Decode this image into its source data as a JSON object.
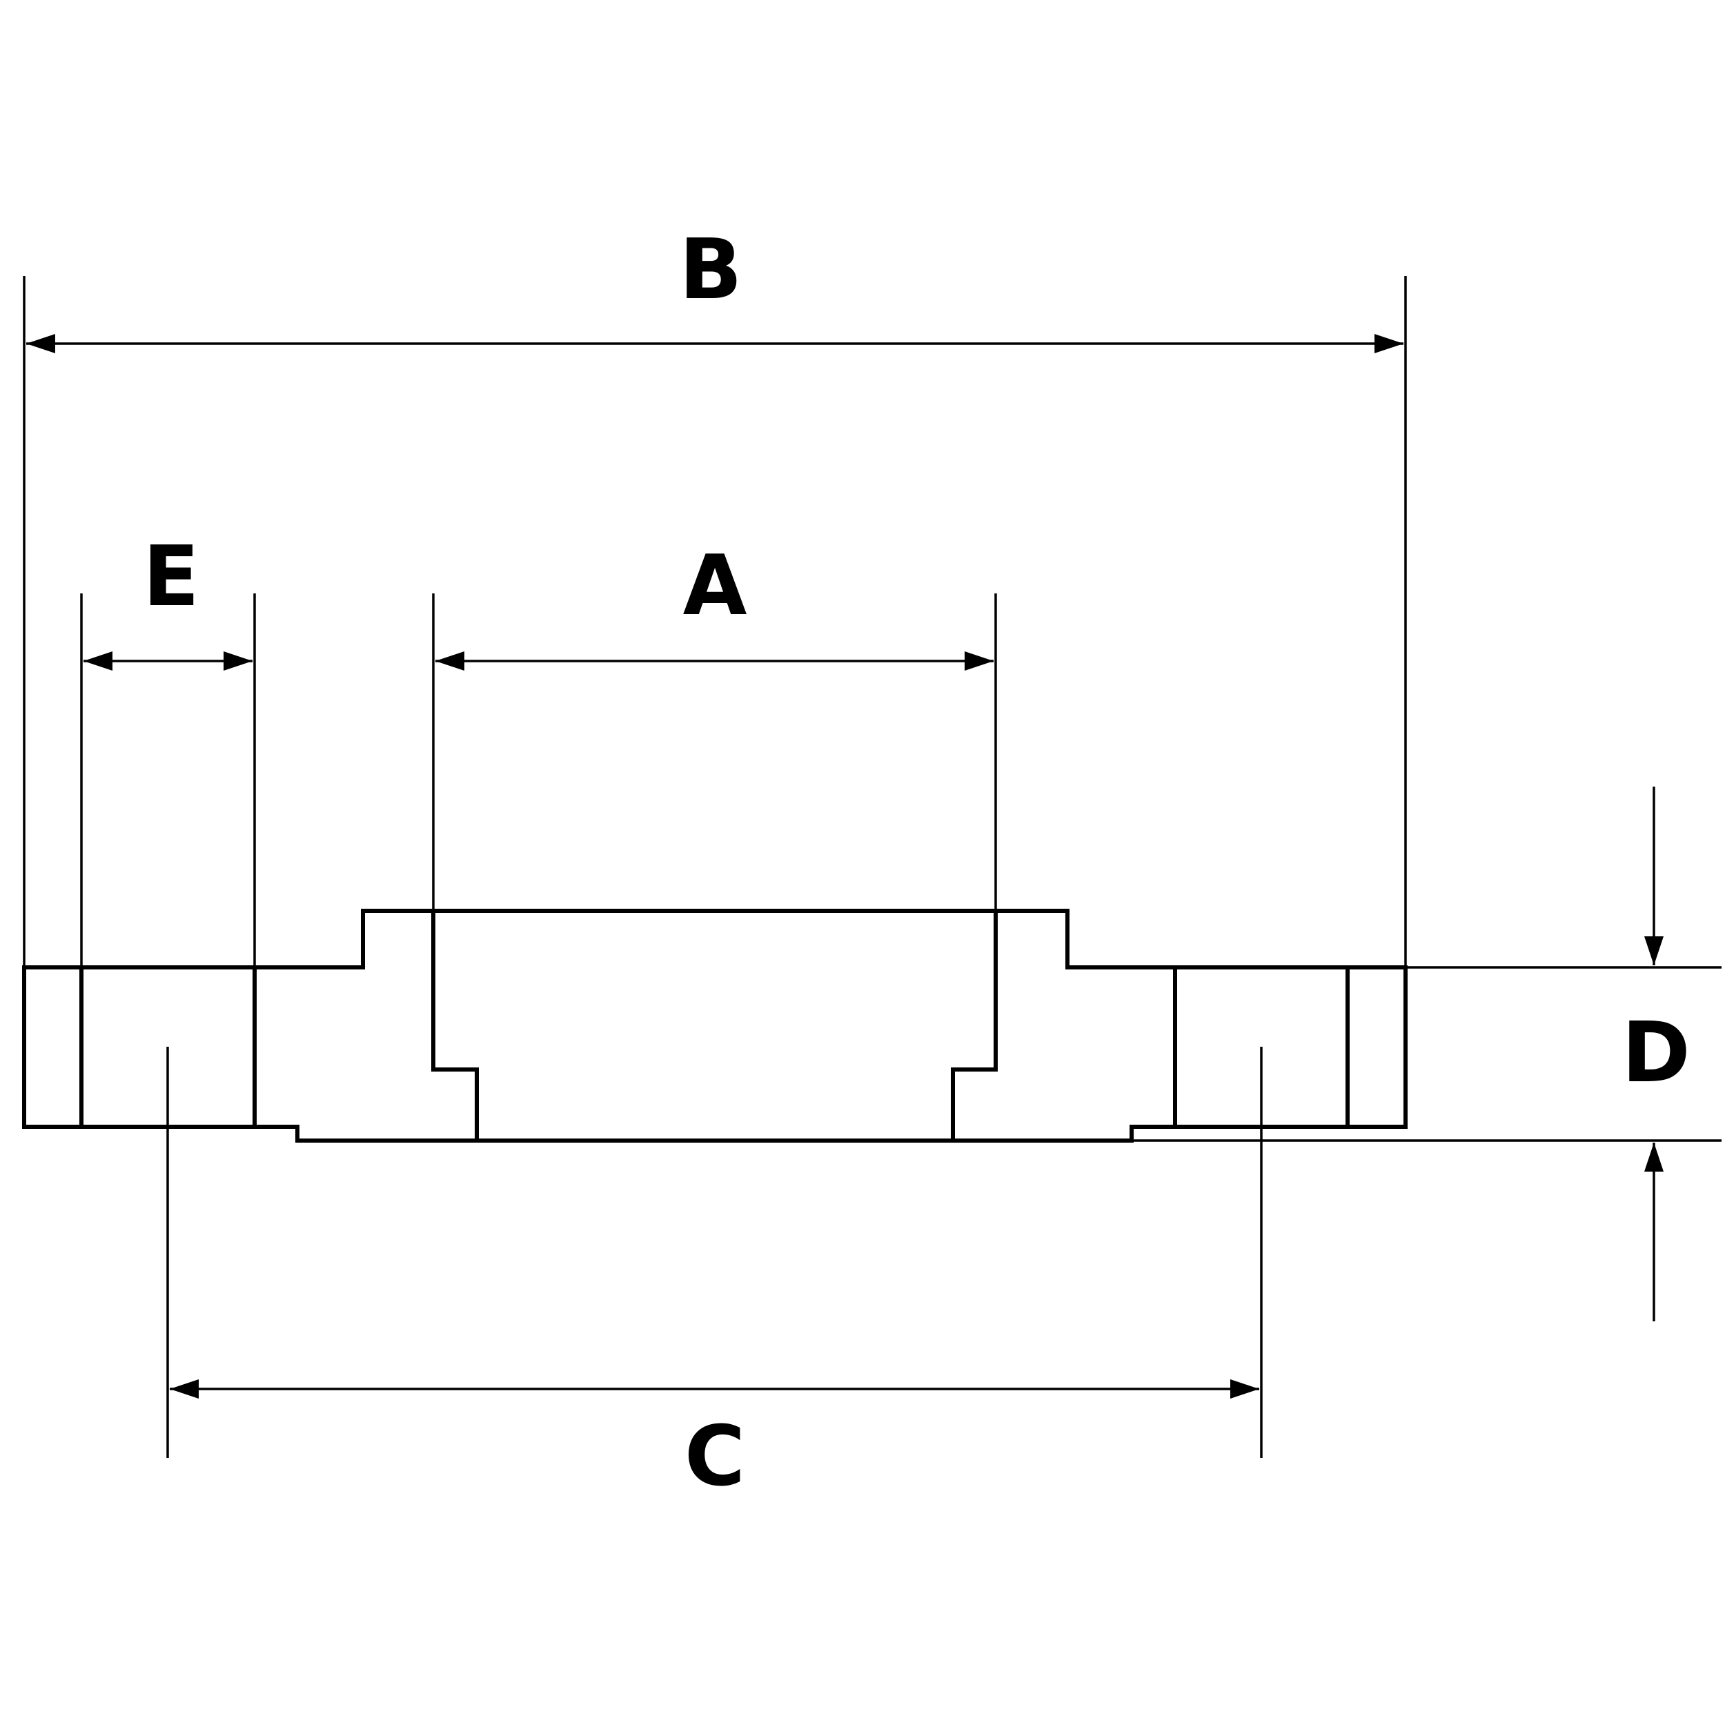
{
  "diagram": {
    "line_color": "#000000",
    "background_color": "#ffffff",
    "labels": {
      "a": "A",
      "b": "B",
      "c": "C",
      "d": "D",
      "e": "E"
    }
  }
}
